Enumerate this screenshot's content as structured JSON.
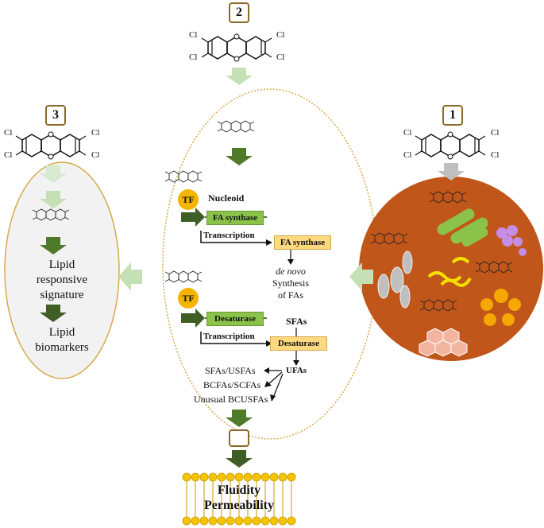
{
  "panels": {
    "panel1_number": "1",
    "panel2_number": "2",
    "panel3_number": "3"
  },
  "molecule": {
    "cl_label": "Cl"
  },
  "center": {
    "tf_label": "TF",
    "nucleoid_label": "Nucleoid",
    "gene1_label": "FA synthase",
    "transcription1_label": "Transcription",
    "protein1_label": "FA synthase",
    "de_novo_label": "de novo",
    "synthesis_label": "Synthesis",
    "of_fas_label": "of FAs",
    "gene2_label": "Desaturase",
    "transcription2_label": "Transcription",
    "protein2_label": "Desaturase",
    "sfas_label": "SFAs",
    "ufas_label": "UFAs",
    "outcome1": "SFAs/USFAs",
    "outcome2": "BCFAs/SCFAs",
    "outcome3": "Unusual BCUSFAs"
  },
  "left": {
    "line1": "Lipid",
    "line2": "responsive",
    "line3": "signature",
    "line4": "Lipid",
    "line5": "biomarkers"
  },
  "membrane": {
    "line1": "Fluidity",
    "line2": "Permeability"
  },
  "colors": {
    "dark_green": "#4e7a2a",
    "light_green": "#c5e0b4",
    "brown_circle": "#c1561a",
    "gold_border": "#d9a84a",
    "membrane_yellow": "#f5c400"
  }
}
